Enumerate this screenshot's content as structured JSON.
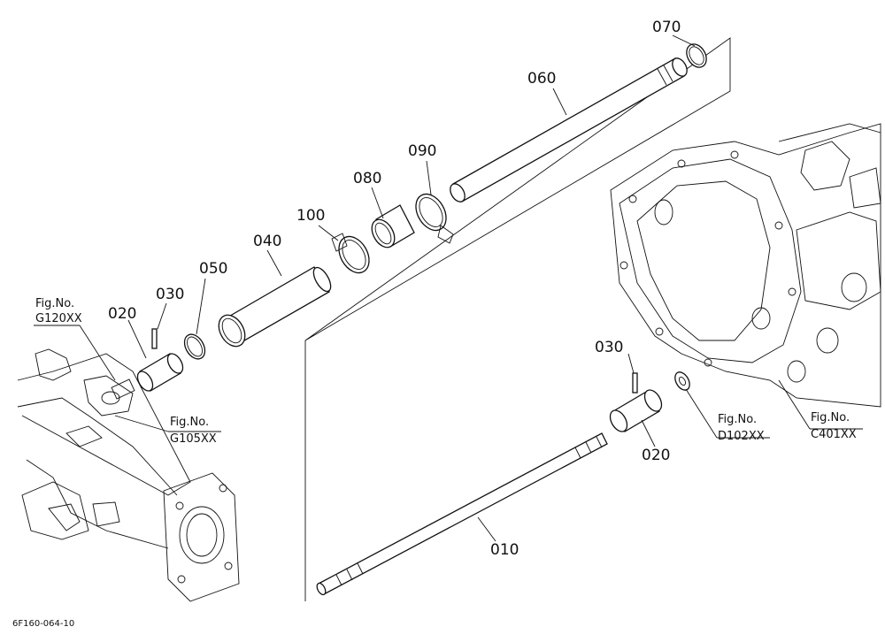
{
  "parts": {
    "p010": "010",
    "p020_left": "020",
    "p020_right": "020",
    "p030_left": "030",
    "p030_right": "030",
    "p040": "040",
    "p050": "050",
    "p060": "060",
    "p070": "070",
    "p080": "080",
    "p090": "090",
    "p100": "100"
  },
  "figure_refs": {
    "g120": {
      "title": "Fig.No.",
      "code": "G120XX"
    },
    "g105": {
      "title": "Fig.No.",
      "code": "G105XX"
    },
    "d102": {
      "title": "Fig.No.",
      "code": "D102XX"
    },
    "c401": {
      "title": "Fig.No.",
      "code": "C401XX"
    }
  },
  "diagram_code": "6F160-064-10"
}
